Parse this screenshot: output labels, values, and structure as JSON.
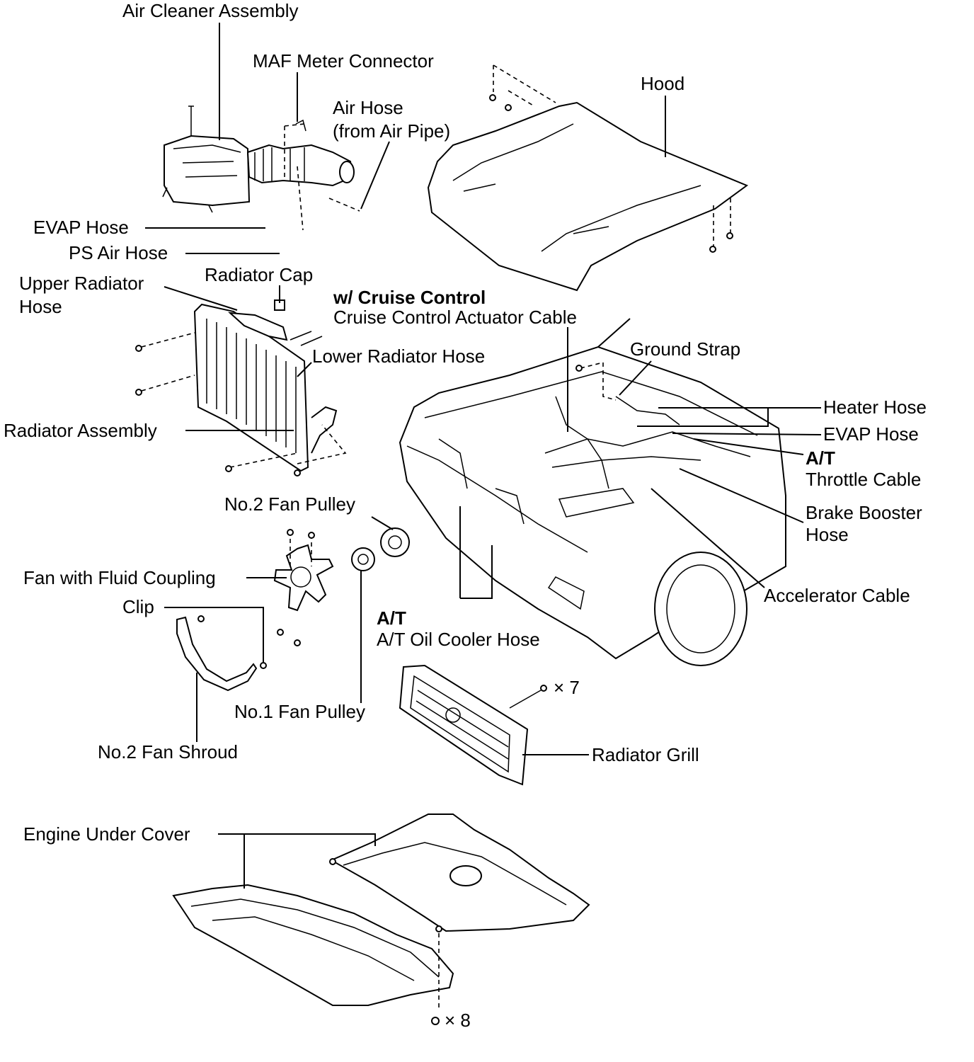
{
  "labels": {
    "air_cleaner_assembly": "Air Cleaner Assembly",
    "maf_meter_connector": "MAF Meter Connector",
    "air_hose_1": "Air Hose",
    "air_hose_2": "(from Air Pipe)",
    "hood": "Hood",
    "evap_hose_left": "EVAP Hose",
    "ps_air_hose": "PS Air Hose",
    "upper_radiator_hose_1": "Upper Radiator",
    "upper_radiator_hose_2": "Hose",
    "radiator_cap": "Radiator Cap",
    "cruise_w": "w/  Cruise Control",
    "cruise_cable": "Cruise Control Actuator Cable",
    "lower_radiator_hose": "Lower Radiator Hose",
    "ground_strap": "Ground Strap",
    "heater_hose": "Heater Hose",
    "evap_hose_right": "EVAP Hose",
    "at_throttle_prefix": "A/T",
    "throttle_cable": "Throttle Cable",
    "radiator_assembly": "Radiator Assembly",
    "brake_booster_hose_1": "Brake Booster",
    "brake_booster_hose_2": "Hose",
    "no2_fan_pulley": "No.2 Fan Pulley",
    "fan_fluid_coupling": "Fan with Fluid Coupling",
    "clip": "Clip",
    "accelerator_cable": "Accelerator Cable",
    "at_oil_prefix": "A/T",
    "at_oil_cooler_hose": "A/T Oil Cooler Hose",
    "x7": "× 7",
    "no1_fan_pulley": "No.1 Fan Pulley",
    "no2_fan_shroud": "No.2 Fan Shroud",
    "radiator_grill": "Radiator Grill",
    "engine_under_cover": "Engine Under Cover",
    "x8": "× 8"
  }
}
